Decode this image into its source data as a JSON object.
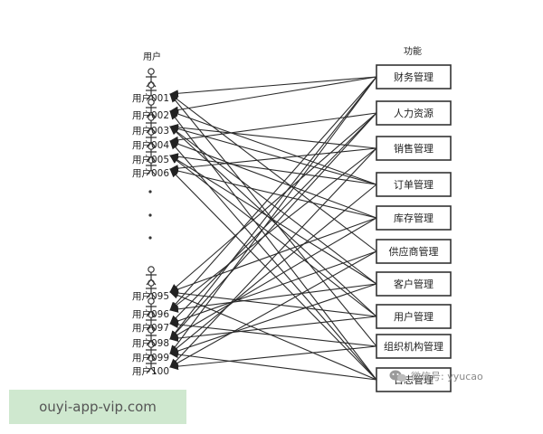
{
  "diagram": {
    "header_users": "用户",
    "header_functions": "功能",
    "users_top": [
      "用户001",
      "用户002",
      "用户003",
      "用户004",
      "用户005",
      "用户006"
    ],
    "users_bottom": [
      "用户095",
      "用户096",
      "用户097",
      "用户098",
      "用户099",
      "用户100"
    ],
    "functions": [
      "财务管理",
      "人力资源",
      "销售管理",
      "订单管理",
      "库存管理",
      "供应商管理",
      "客户管理",
      "用户管理",
      "组织机构管理",
      "日志管理"
    ],
    "edges": [
      [
        0,
        0
      ],
      [
        1,
        0
      ],
      [
        2,
        6
      ],
      [
        3,
        4
      ],
      [
        4,
        3
      ],
      [
        5,
        9
      ],
      [
        6,
        1
      ],
      [
        7,
        2
      ],
      [
        8,
        5
      ],
      [
        9,
        7
      ],
      [
        10,
        0
      ],
      [
        11,
        8
      ],
      [
        0,
        5
      ],
      [
        1,
        3
      ],
      [
        2,
        7
      ],
      [
        3,
        9
      ],
      [
        4,
        6
      ],
      [
        5,
        2
      ],
      [
        6,
        4
      ],
      [
        7,
        0
      ],
      [
        8,
        8
      ],
      [
        9,
        1
      ],
      [
        10,
        3
      ],
      [
        11,
        5
      ],
      [
        0,
        8
      ],
      [
        1,
        9
      ],
      [
        2,
        2
      ],
      [
        3,
        1
      ],
      [
        4,
        7
      ],
      [
        5,
        4
      ],
      [
        6,
        9
      ],
      [
        7,
        6
      ],
      [
        8,
        1
      ],
      [
        9,
        0
      ],
      [
        10,
        6
      ],
      [
        11,
        2
      ],
      [
        2,
        3
      ],
      [
        6,
        7
      ],
      [
        9,
        4
      ],
      [
        10,
        9
      ]
    ]
  },
  "watermark": {
    "text": "微信号: yyucao",
    "icon": "wechat-icon"
  },
  "banner": {
    "text": "ouyi-app-vip.com"
  }
}
